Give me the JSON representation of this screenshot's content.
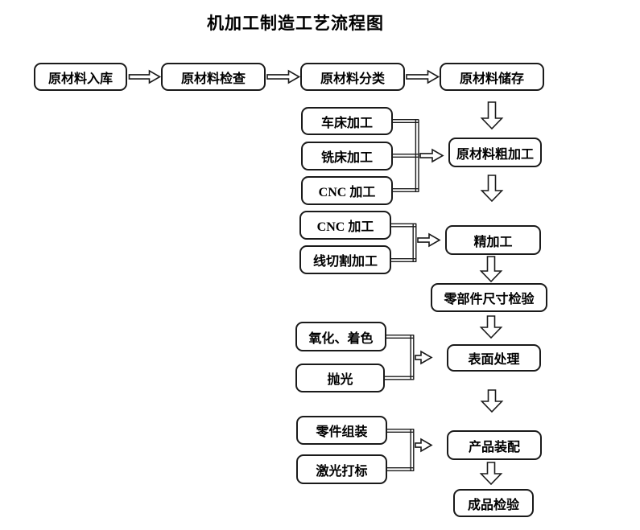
{
  "title": "机加工制造工艺流程图",
  "top_row": {
    "inbound": "原材料入库",
    "inspect": "原材料检查",
    "sort": "原材料分类",
    "store": "原材料储存"
  },
  "main_column": {
    "rough": "原材料粗加工",
    "fine": "精加工",
    "dimension_check": "零部件尺寸检验",
    "surface": "表面处理",
    "assembly": "产品装配",
    "final_check": "成品检验"
  },
  "side_inputs": {
    "rough_group": {
      "lathe": "车床加工",
      "milling": "铣床加工",
      "cnc": "CNC 加工"
    },
    "fine_group": {
      "cnc": "CNC 加工",
      "wire_cut": "线切割加工"
    },
    "surface_group": {
      "oxidation": "氧化、着色",
      "polishing": "抛光"
    },
    "assembly_group": {
      "parts_assembly": "零件组装",
      "laser_marking": "激光打标"
    }
  },
  "colors": {
    "line": "#1a1a1a",
    "background": "#ffffff",
    "text": "#000000"
  }
}
